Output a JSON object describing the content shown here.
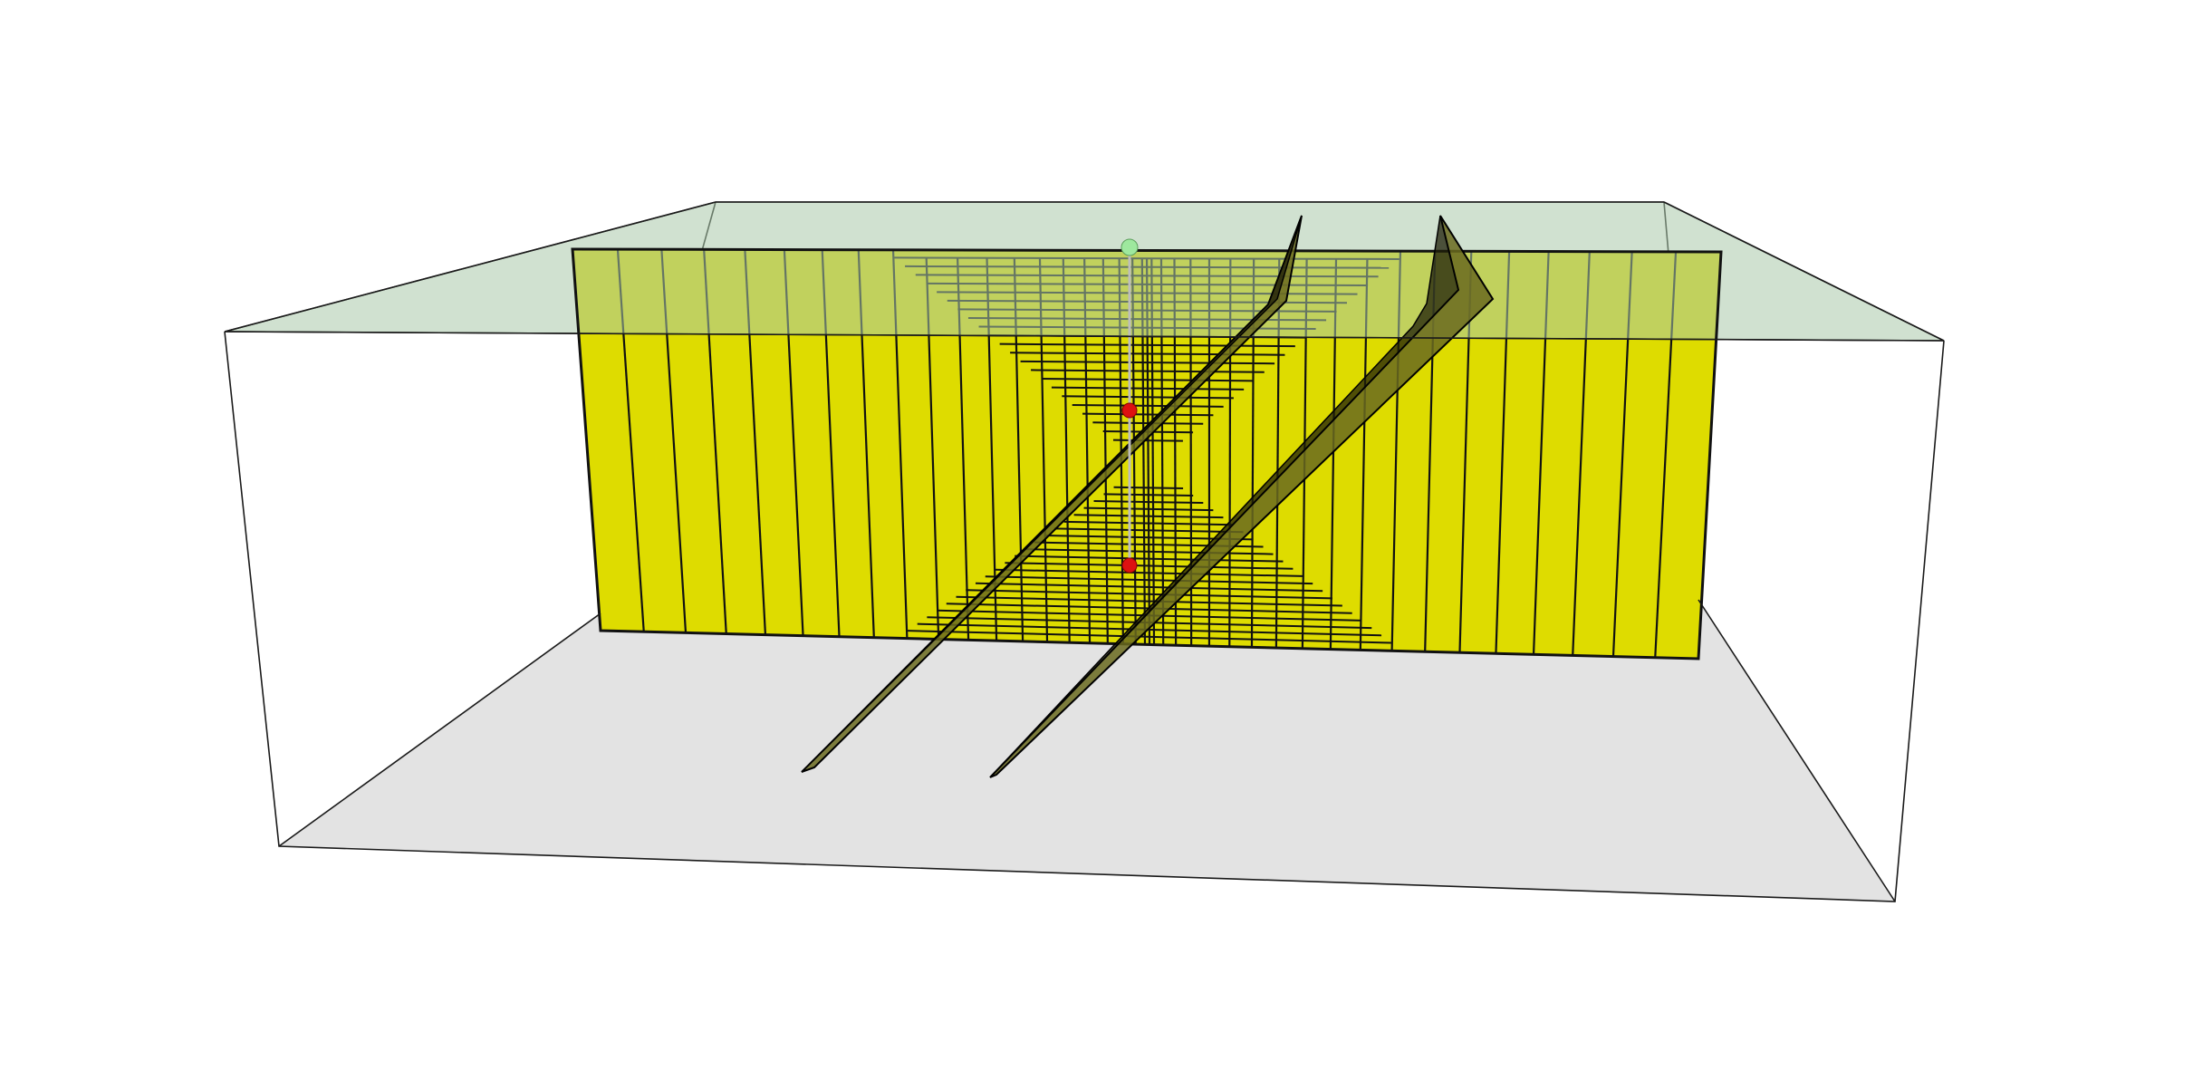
{
  "colors": {
    "background": "#ffffff",
    "box_edge": "#1a1a1a",
    "ground_fill": "#e3e3e3",
    "water_fill": "#a9c8a9",
    "panel_fill": "#dedc00",
    "grid_line": "#111111",
    "fault_fill": "#6a6a1e",
    "fault_edge": "#000000",
    "well_line": "#bdbdbd",
    "well_head": "#9ee89e",
    "marker": "#dd1111"
  },
  "scene": {
    "objects": [
      "bounding-box",
      "ground-plane",
      "water-table",
      "yellow-panel",
      "mesh-grid",
      "fault-plane-1",
      "fault-plane-2",
      "well",
      "well-markers"
    ],
    "well_marker_count": 2
  }
}
